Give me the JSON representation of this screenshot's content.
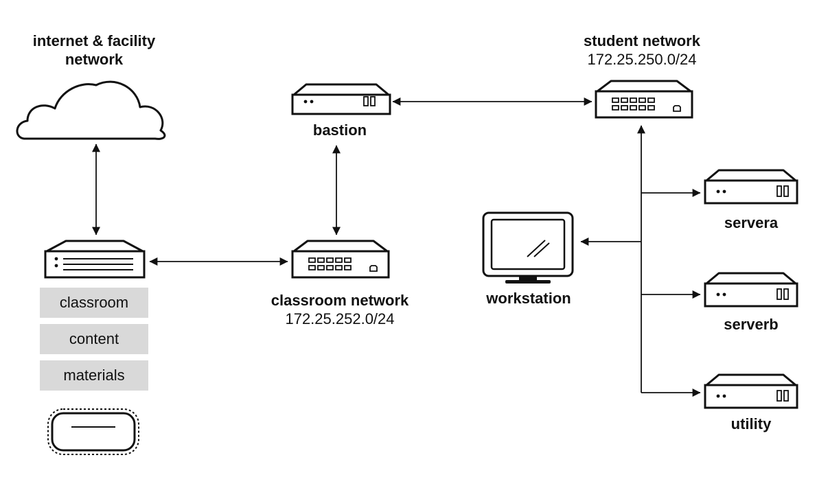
{
  "nodes": {
    "internet": {
      "line1": "internet & facility",
      "line2": "network"
    },
    "classroom_network": {
      "name": "classroom network",
      "subnet": "172.25.252.0/24"
    },
    "student_network": {
      "name": "student network",
      "subnet": "172.25.250.0/24"
    },
    "bastion": {
      "name": "bastion"
    },
    "workstation": {
      "name": "workstation"
    },
    "servera": {
      "name": "servera"
    },
    "serverb": {
      "name": "serverb"
    },
    "utility": {
      "name": "utility"
    },
    "classroom_server": {
      "content_labels": [
        "classroom",
        "content",
        "materials"
      ]
    }
  },
  "icons": {
    "internet": "cloud-icon",
    "classroom_server": "rack-server-icon",
    "storage": "storage-disk-icon",
    "classroom_network": "network-switch-icon",
    "student_network": "network-switch-icon",
    "bastion": "server-icon",
    "workstation": "monitor-icon",
    "servera": "server-icon",
    "serverb": "server-icon",
    "utility": "server-icon"
  },
  "colors": {
    "ink": "#111111",
    "chip_fill": "#d9d9d9",
    "background": "#ffffff"
  }
}
